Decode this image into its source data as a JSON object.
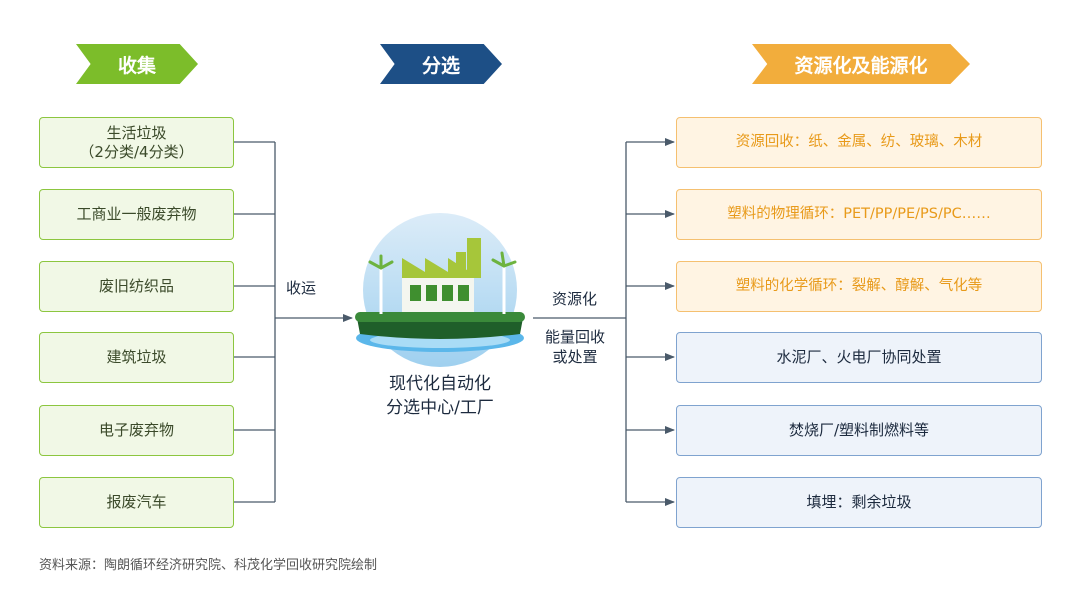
{
  "headers": {
    "collect": "收集",
    "sort": "分选",
    "output": "资源化及能源化"
  },
  "sources": [
    {
      "line1": "生活垃圾",
      "line2": "（2分类/4分类）"
    },
    {
      "line1": "工商业一般废弃物",
      "line2": ""
    },
    {
      "line1": "废旧纺织品",
      "line2": ""
    },
    {
      "line1": "建筑垃圾",
      "line2": ""
    },
    {
      "line1": "电子废弃物",
      "line2": ""
    },
    {
      "line1": "报废汽车",
      "line2": ""
    }
  ],
  "transport_label": "收运",
  "center": {
    "line1": "现代化自动化",
    "line2": "分选中心/工厂"
  },
  "branch_labels": {
    "resource": "资源化",
    "energy_line1": "能量回收",
    "energy_line2": "或处置"
  },
  "outputs": [
    {
      "text": "资源回收：纸、金属、纺、玻璃、木材",
      "kind": "resource"
    },
    {
      "text": "塑料的物理循环：PET/PP/PE/PS/PC……",
      "kind": "resource"
    },
    {
      "text": "塑料的化学循环：裂解、醇解、气化等",
      "kind": "resource"
    },
    {
      "text": "水泥厂、火电厂协同处置",
      "kind": "energy"
    },
    {
      "text": "焚烧厂/塑料制燃料等",
      "kind": "energy"
    },
    {
      "text": "填埋：剩余垃圾",
      "kind": "energy"
    }
  ],
  "source_note": "资料来源：陶朗循环经济研究院、科茂化学回收研究院绘制",
  "colors": {
    "green": "#7cbd2a",
    "blue": "#1d4f86",
    "orange": "#f2ad3c",
    "line": "#4a5a6a"
  }
}
